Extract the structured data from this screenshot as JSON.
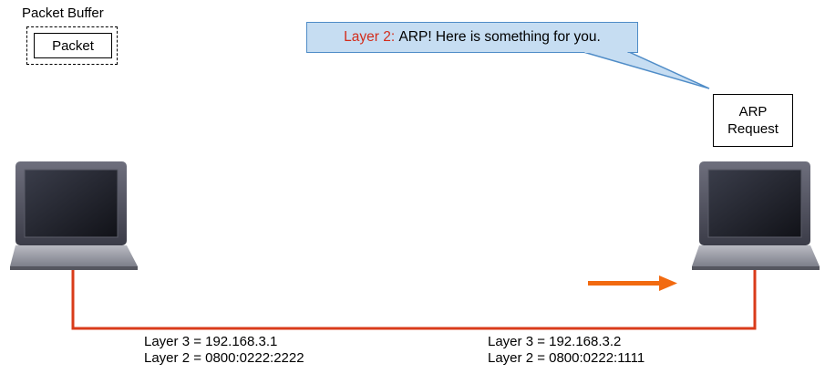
{
  "packet_buffer": {
    "title": "Packet Buffer",
    "packet_label": "Packet"
  },
  "callout": {
    "highlight": "Layer 2:",
    "message": "ARP! Here is something for you."
  },
  "arp_request": {
    "line1": "ARP",
    "line2": "Request"
  },
  "hosts": [
    {
      "layer3": "Layer 3 = 192.168.3.1",
      "layer2": "Layer 2 = 0800:0222:2222"
    },
    {
      "layer3": "Layer 3 = 192.168.3.2",
      "layer2": "Layer 2 = 0800:0222:1111"
    }
  ],
  "colors": {
    "link": "#d93b1a",
    "direction_arrow": "#f26a10",
    "callout_fill": "#c6ddf2",
    "callout_border": "#4f8cc7",
    "callout_highlight": "#d32d1c"
  },
  "icons": [
    "laptop-icon",
    "laptop-icon",
    "right-arrow-icon"
  ]
}
